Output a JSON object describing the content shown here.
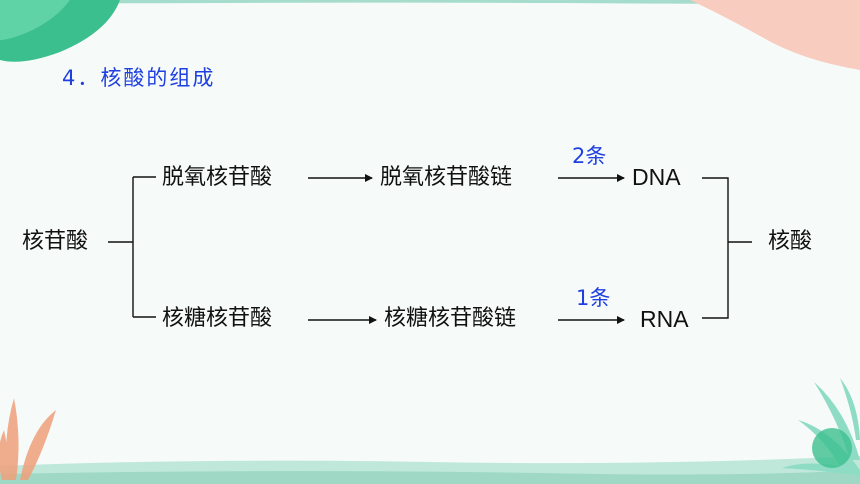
{
  "slide": {
    "title": "4．核酸的组成"
  },
  "diagram": {
    "root": "核苷酸",
    "top_branch": {
      "nucleotide": "脱氧核苷酸",
      "chain": "脱氧核苷酸链",
      "count_label": "2条",
      "product": "DNA"
    },
    "bottom_branch": {
      "nucleotide": "核糖核苷酸",
      "chain": "核糖核苷酸链",
      "count_label": "1条",
      "product": "RNA"
    },
    "result": "核酸"
  },
  "colors": {
    "accent_blue": "#1f3fe0",
    "band_teal": "#b9e6d8",
    "corner_pink": "#f7c9bb"
  }
}
